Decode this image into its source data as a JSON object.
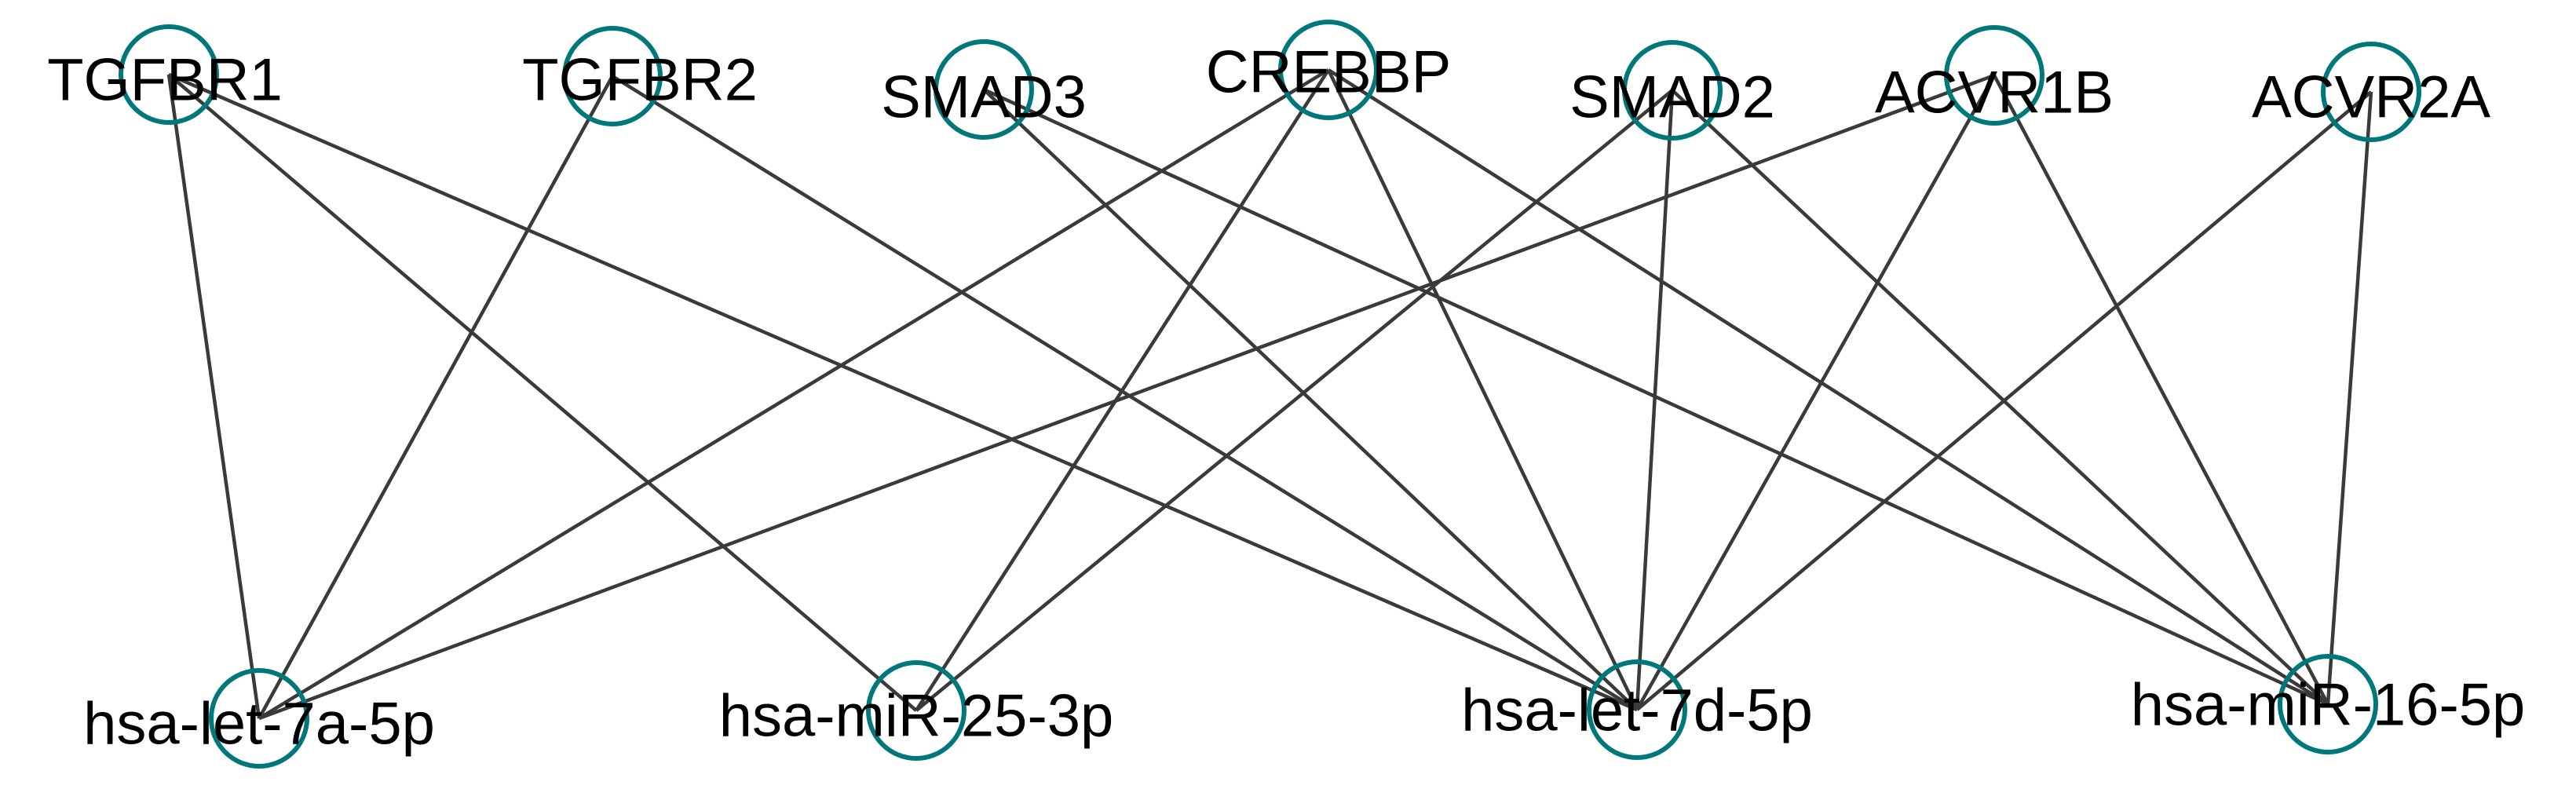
{
  "colors": {
    "node_border": "#00777A",
    "edge": "#3A3A3A",
    "label": "#000000",
    "background": "#FFFFFF"
  },
  "genes": [
    {
      "id": "TGFBR1",
      "label": "TGFBR1"
    },
    {
      "id": "TGFBR2",
      "label": "TGFBR2"
    },
    {
      "id": "SMAD3",
      "label": "SMAD3"
    },
    {
      "id": "CREBBP",
      "label": "CREBBP"
    },
    {
      "id": "SMAD2",
      "label": "SMAD2"
    },
    {
      "id": "ACVR1B",
      "label": "ACVR1B"
    },
    {
      "id": "ACVR2A",
      "label": "ACVR2A"
    }
  ],
  "mirnas": [
    {
      "id": "hsa-let-7a-5p",
      "label": "hsa-let-7a-5p"
    },
    {
      "id": "hsa-miR-25-3p",
      "label": "hsa-miR-25-3p"
    },
    {
      "id": "hsa-let-7d-5p",
      "label": "hsa-let-7d-5p"
    },
    {
      "id": "hsa-miR-16-5p",
      "label": "hsa-miR-16-5p"
    }
  ],
  "edges": [
    [
      "TGFBR1",
      "hsa-let-7a-5p"
    ],
    [
      "TGFBR1",
      "hsa-miR-25-3p"
    ],
    [
      "TGFBR1",
      "hsa-let-7d-5p"
    ],
    [
      "TGFBR2",
      "hsa-let-7a-5p"
    ],
    [
      "TGFBR2",
      "hsa-let-7d-5p"
    ],
    [
      "SMAD3",
      "hsa-let-7d-5p"
    ],
    [
      "SMAD3",
      "hsa-miR-16-5p"
    ],
    [
      "CREBBP",
      "hsa-let-7a-5p"
    ],
    [
      "CREBBP",
      "hsa-miR-25-3p"
    ],
    [
      "CREBBP",
      "hsa-let-7d-5p"
    ],
    [
      "CREBBP",
      "hsa-miR-16-5p"
    ],
    [
      "SMAD2",
      "hsa-miR-25-3p"
    ],
    [
      "SMAD2",
      "hsa-let-7d-5p"
    ],
    [
      "SMAD2",
      "hsa-miR-16-5p"
    ],
    [
      "ACVR1B",
      "hsa-let-7a-5p"
    ],
    [
      "ACVR1B",
      "hsa-let-7d-5p"
    ],
    [
      "ACVR1B",
      "hsa-miR-16-5p"
    ],
    [
      "ACVR2A",
      "hsa-let-7d-5p"
    ],
    [
      "ACVR2A",
      "hsa-miR-16-5p"
    ]
  ]
}
